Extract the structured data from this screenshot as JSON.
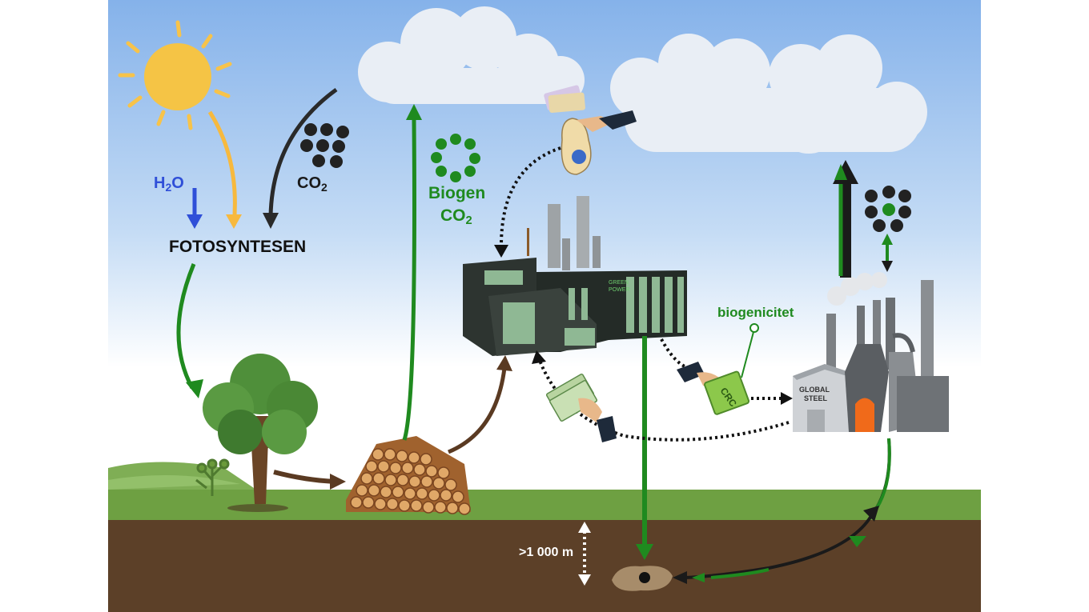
{
  "labels": {
    "h2o_main": "H",
    "h2o_sub": "2",
    "h2o_end": "O",
    "co2_main": "CO",
    "co2_sub": "2",
    "fotosyntesen": "FOTOSYNTESEN",
    "biogen": "Biogen",
    "biogen_co2_main": "CO",
    "biogen_co2_sub": "2",
    "biogenicitet": "biogenicitet",
    "crc": "CRC",
    "global_steel_1": "GLOBAL",
    "global_steel_2": "STEEL",
    "green_power_1": "GREEN",
    "green_power_2": "POWER",
    "depth": ">1 000 m"
  },
  "colors": {
    "sky_top": "#8bb7ec",
    "ground": "#5c4028",
    "grass": "#6ea042",
    "arrow_green": "#1f8a1f",
    "arrow_dark": "#2a2a2a",
    "arrow_brown": "#5a3a22",
    "h2o_blue": "#2f4fd8",
    "sun_yellow": "#f5c445",
    "sun_ray": "#f7b93e"
  },
  "icons": [
    "sun-icon",
    "cloud-icon",
    "tree-icon",
    "log-pile-icon",
    "factory-icon",
    "steel-plant-icon",
    "money-bag-icon",
    "cash-hand-icon",
    "certificate-icon",
    "molecule-icon",
    "storage-cavity-icon"
  ]
}
